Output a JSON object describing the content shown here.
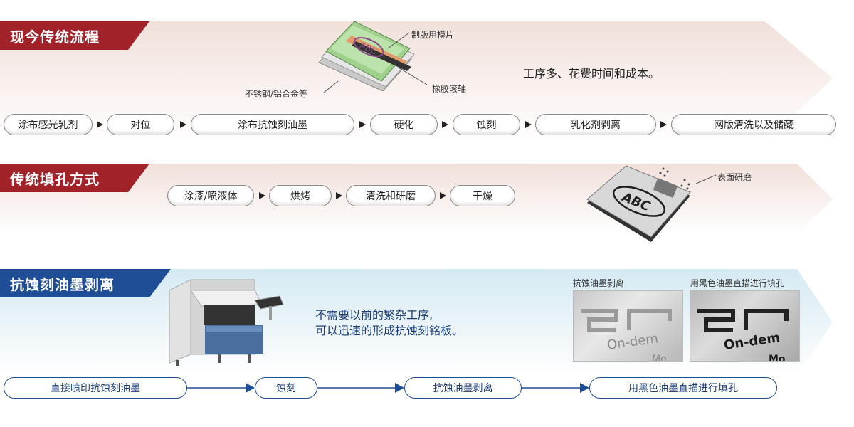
{
  "section1": {
    "title": "现今传统流程",
    "label_plate": "制版用模片",
    "label_steel": "不锈钢/铝合金等",
    "label_roller": "橡胶滚轴",
    "summary": "工序多、花费时间和成本。",
    "plate_text": "ABC",
    "steps": [
      "涂布感光乳剂",
      "对位",
      "涂布抗蚀刻油墨",
      "硬化",
      "蚀刻",
      "乳化剂剥离",
      "网版清洗以及储藏"
    ]
  },
  "section2": {
    "title": "传统填孔方式",
    "steps": [
      "涂漆/喷液体",
      "烘烤",
      "清洗和研磨",
      "干燥"
    ],
    "label_polish": "表面研磨",
    "plate_text": "ABC"
  },
  "section3": {
    "title": "抗蚀刻油墨剥离",
    "summary_line1": "不需要以前的繁杂工序,",
    "summary_line2": "可以迅速的形成抗蚀刻铭板。",
    "photo1_label": "抗蚀油墨剥离",
    "photo2_label": "用黑色油墨直描进行填孔",
    "photo_text_line1": "On-dem",
    "photo_text_line2": "Mo",
    "steps": [
      "直接喷印抗蚀刻油墨",
      "蚀刻",
      "抗蚀油墨剥离",
      "用黑色油墨直描进行填孔"
    ]
  },
  "colors": {
    "red_title": "#a2222a",
    "blue_title": "#1f4e96",
    "blue_line": "#1f4e96"
  },
  "icons": [
    "play-arrow-icon",
    "arrow-right-icon",
    "printer-machine-icon",
    "plate-stack-icon",
    "steel-plate-icon"
  ]
}
